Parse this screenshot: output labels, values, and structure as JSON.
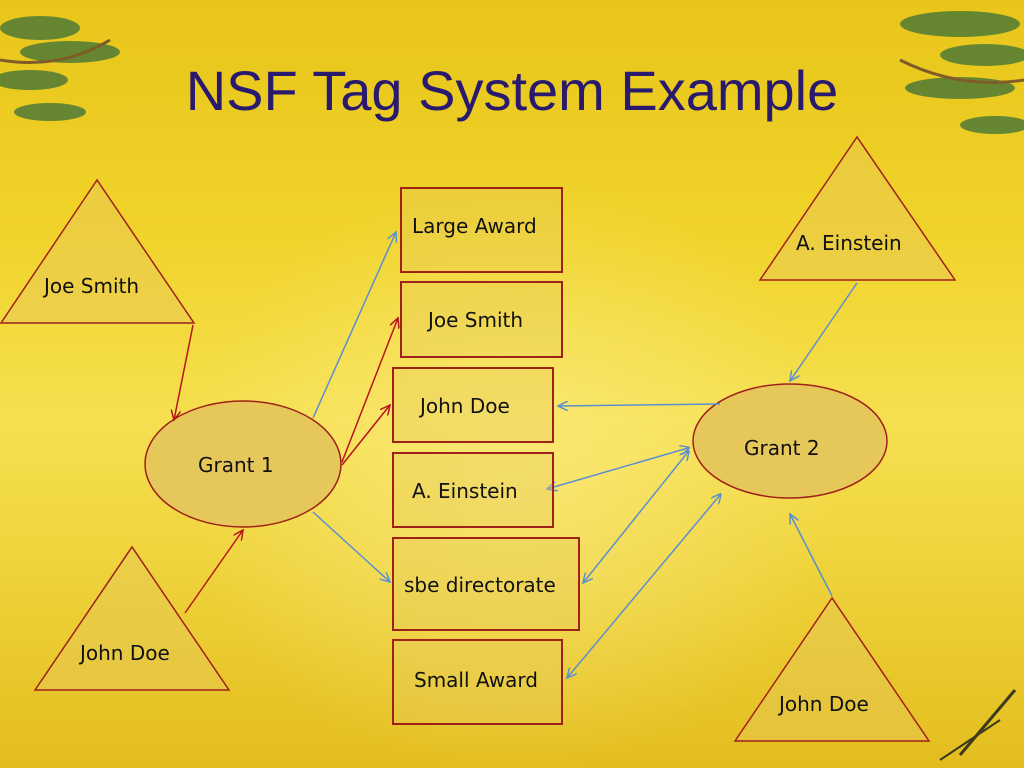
{
  "slide": {
    "title": "NSF Tag System Example"
  },
  "triangles": {
    "joe_smith": "Joe Smith",
    "john_doe_left": "John Doe",
    "a_einstein": "A. Einstein",
    "john_doe_right": "John Doe"
  },
  "grants": {
    "grant1": "Grant 1",
    "grant2": "Grant 2"
  },
  "tags": {
    "large_award": "Large Award",
    "joe_smith": "Joe Smith",
    "john_doe": "John Doe",
    "a_einstein": "A. Einstein",
    "sbe_directorate": "sbe directorate",
    "small_award": "Small Award"
  },
  "colors": {
    "red_arrow": "#b8141a",
    "blue_arrow": "#5b8fd0",
    "title": "#2a1a6e",
    "shape_fill": "#e6c85a",
    "shape_stroke": "#a0201a"
  }
}
